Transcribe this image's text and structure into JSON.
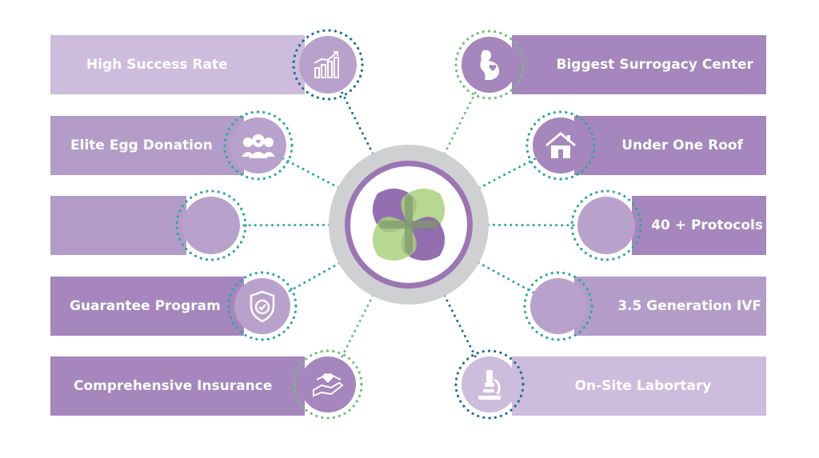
{
  "colors": {
    "purple_dark": "#a586bd",
    "purple_mid": "#b49cc9",
    "purple_light": "#cdbcdc",
    "badge_fill": "#b8a2cc",
    "dot_blue": "#1e6f99",
    "dot_teal": "#2aa8a2",
    "dot_green": "#6cc07a",
    "logo_purple": "#8d67ae",
    "logo_green": "#a9d17c"
  },
  "left_items": [
    {
      "label": "High Success Rate",
      "icon": "growth-chart-icon"
    },
    {
      "label": "Elite Egg Donation",
      "icon": "women-group-icon"
    },
    {
      "label": "",
      "icon": ""
    },
    {
      "label": "Guarantee Program",
      "icon": "shield-check-icon"
    },
    {
      "label": "Comprehensive Insurance",
      "icon": "hand-heart-icon"
    }
  ],
  "right_items": [
    {
      "label": "Biggest Surrogacy Center",
      "icon": "pregnancy-icon"
    },
    {
      "label": "Under One Roof",
      "icon": "house-icon"
    },
    {
      "label": "40 + Protocols",
      "icon": ""
    },
    {
      "label": "3.5 Generation IVF",
      "icon": ""
    },
    {
      "label": "On-Site Labortary",
      "icon": "microscope-icon"
    }
  ],
  "center_logo": "four-petal-logo"
}
